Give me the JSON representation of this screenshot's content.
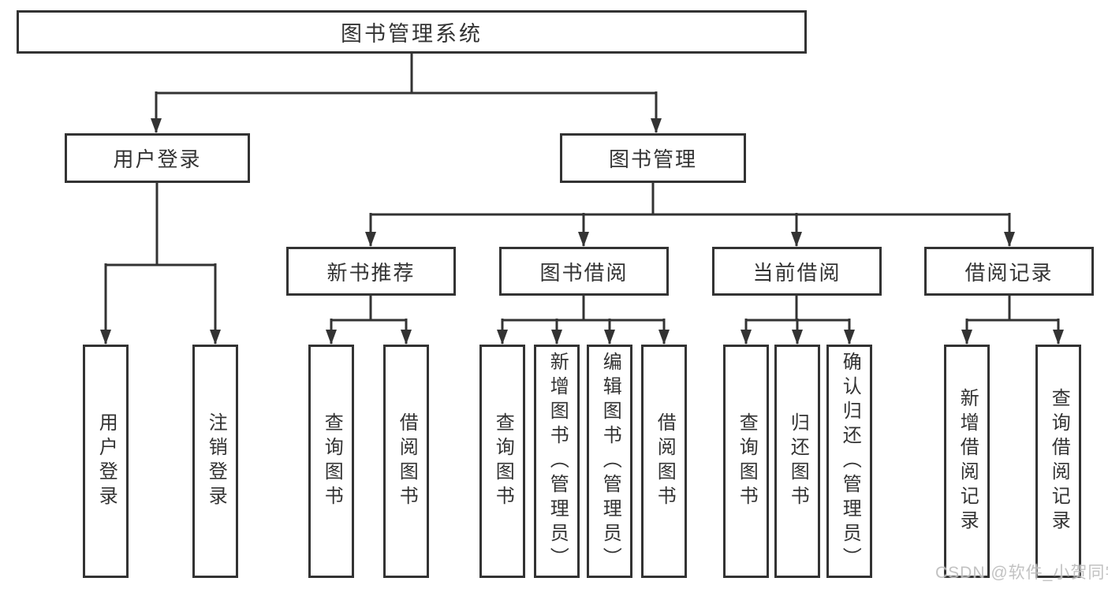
{
  "diagram_type": "hierarchy-tree",
  "tree": {
    "root": {
      "label": "图书管理系统",
      "children": [
        {
          "label": "用户登录",
          "children": [
            "用户登录",
            "注销登录"
          ]
        },
        {
          "label": "图书管理",
          "children": [
            {
              "label": "新书推荐",
              "children": [
                "查询图书",
                "借阅图书"
              ]
            },
            {
              "label": "图书借阅",
              "children": [
                "查询图书",
                "新增图书（管理员）",
                "编辑图书（管理员）",
                "借阅图书"
              ]
            },
            {
              "label": "当前借阅",
              "children": [
                "查询图书",
                "归还图书",
                "确认归还（管理员）"
              ]
            },
            {
              "label": "借阅记录",
              "children": [
                "新增借阅记录",
                "查询借阅记录"
              ]
            }
          ]
        }
      ]
    }
  },
  "watermark": {
    "text": "CSDN @软件_小贺同学"
  },
  "colors": {
    "line": "#333333",
    "box_border": "#333333",
    "box_fill": "#ffffff",
    "text": "#333333",
    "watermark": "#bdbdbd",
    "background": "#ffffff"
  }
}
